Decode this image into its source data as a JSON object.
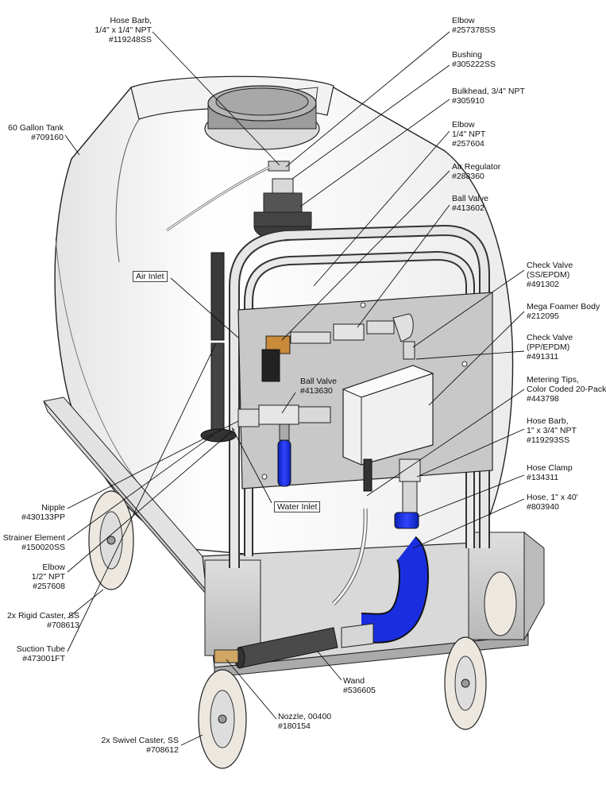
{
  "labels": {
    "hose_barb_top": [
      "Hose Barb,",
      "1/4\" x 1/4\" NPT",
      "#119248SS"
    ],
    "tank": [
      "60 Gallon Tank",
      "#709160"
    ],
    "air_inlet": "Air Inlet",
    "ball_valve_small": [
      "Ball Valve",
      "#413630"
    ],
    "water_inlet": "Water Inlet",
    "nipple": [
      "Nipple",
      "#430133PP"
    ],
    "strainer": [
      "Strainer Element",
      "#150020SS"
    ],
    "elbow_half": [
      "Elbow",
      "1/2\" NPT",
      "#257608"
    ],
    "rigid_caster": [
      "2x Rigid Caster, SS",
      "#708613"
    ],
    "suction_tube": [
      "Suction Tube",
      "#473001FT"
    ],
    "wand": [
      "Wand",
      "#536605"
    ],
    "nozzle": [
      "Nozzle, 00400",
      "#180154"
    ],
    "swivel_caster": [
      "2x Swivel Caster, SS",
      "#708612"
    ],
    "elbow_ss": [
      "Elbow",
      "#257378SS"
    ],
    "bushing": [
      "Bushing",
      "#305222SS"
    ],
    "bulkhead": [
      "Bulkhead, 3/4\" NPT",
      "#305910"
    ],
    "elbow_quarter": [
      "Elbow",
      "1/4\" NPT",
      "#257604"
    ],
    "air_regulator": [
      "Air Regulator",
      "#288360"
    ],
    "ball_valve": [
      "Ball Valve",
      "#413602"
    ],
    "check_valve_ss": [
      "Check Valve",
      "(SS/EPDM)",
      "#491302"
    ],
    "foamer_body": [
      "Mega Foamer Body",
      "#212095"
    ],
    "check_valve_pp": [
      "Check Valve",
      "(PP/EPDM)",
      "#491311"
    ],
    "metering_tips": [
      "Metering Tips,",
      "Color Coded 20-Pack",
      "#443798"
    ],
    "hose_barb_1in": [
      "Hose Barb,",
      "1\" x 3/4\" NPT",
      "#119293SS"
    ],
    "hose_clamp": [
      "Hose Clamp",
      "#134311"
    ],
    "hose": [
      "Hose, 1\" x 40'",
      "#803940"
    ]
  },
  "colors": {
    "hose_blue": "#1a2ee0",
    "brass": "#c98a3a",
    "line": "#222222",
    "steel": "#cfcfcf",
    "tank": "#f6f6f6"
  }
}
